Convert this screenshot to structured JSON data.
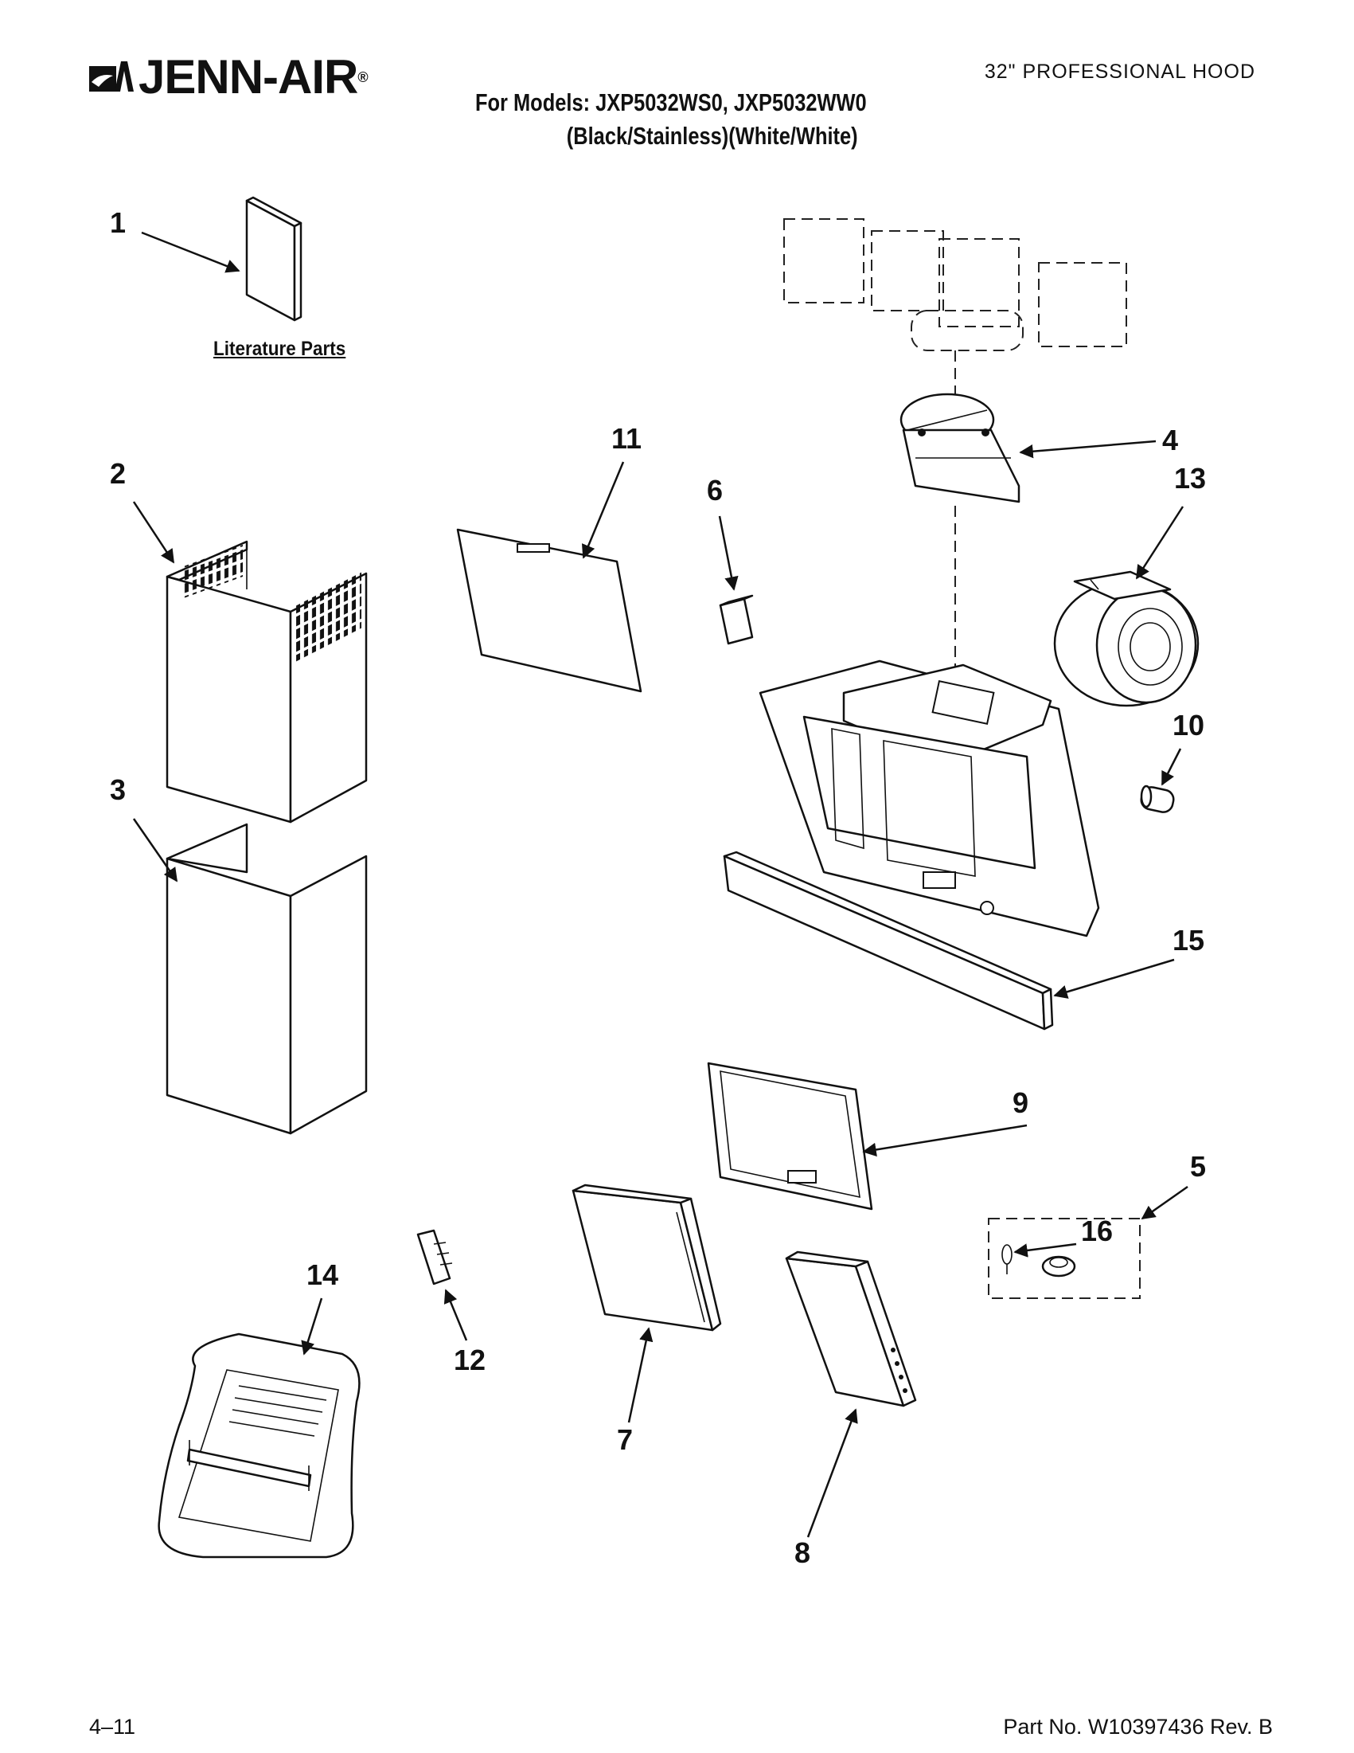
{
  "header": {
    "brand": "JENN-AIR",
    "title": "32\" PROFESSIONAL HOOD",
    "models_line1": "For Models: JXP5032WS0, JXP5032WW0",
    "models_line2": "(Black/Stainless)(White/White)"
  },
  "literature_caption": "Literature Parts",
  "callouts": [
    "1",
    "2",
    "3",
    "4",
    "5",
    "6",
    "7",
    "8",
    "9",
    "10",
    "11",
    "12",
    "13",
    "14",
    "15",
    "16"
  ],
  "footer": {
    "left": "4–11",
    "right": "Part No. W10397436 Rev. B"
  }
}
